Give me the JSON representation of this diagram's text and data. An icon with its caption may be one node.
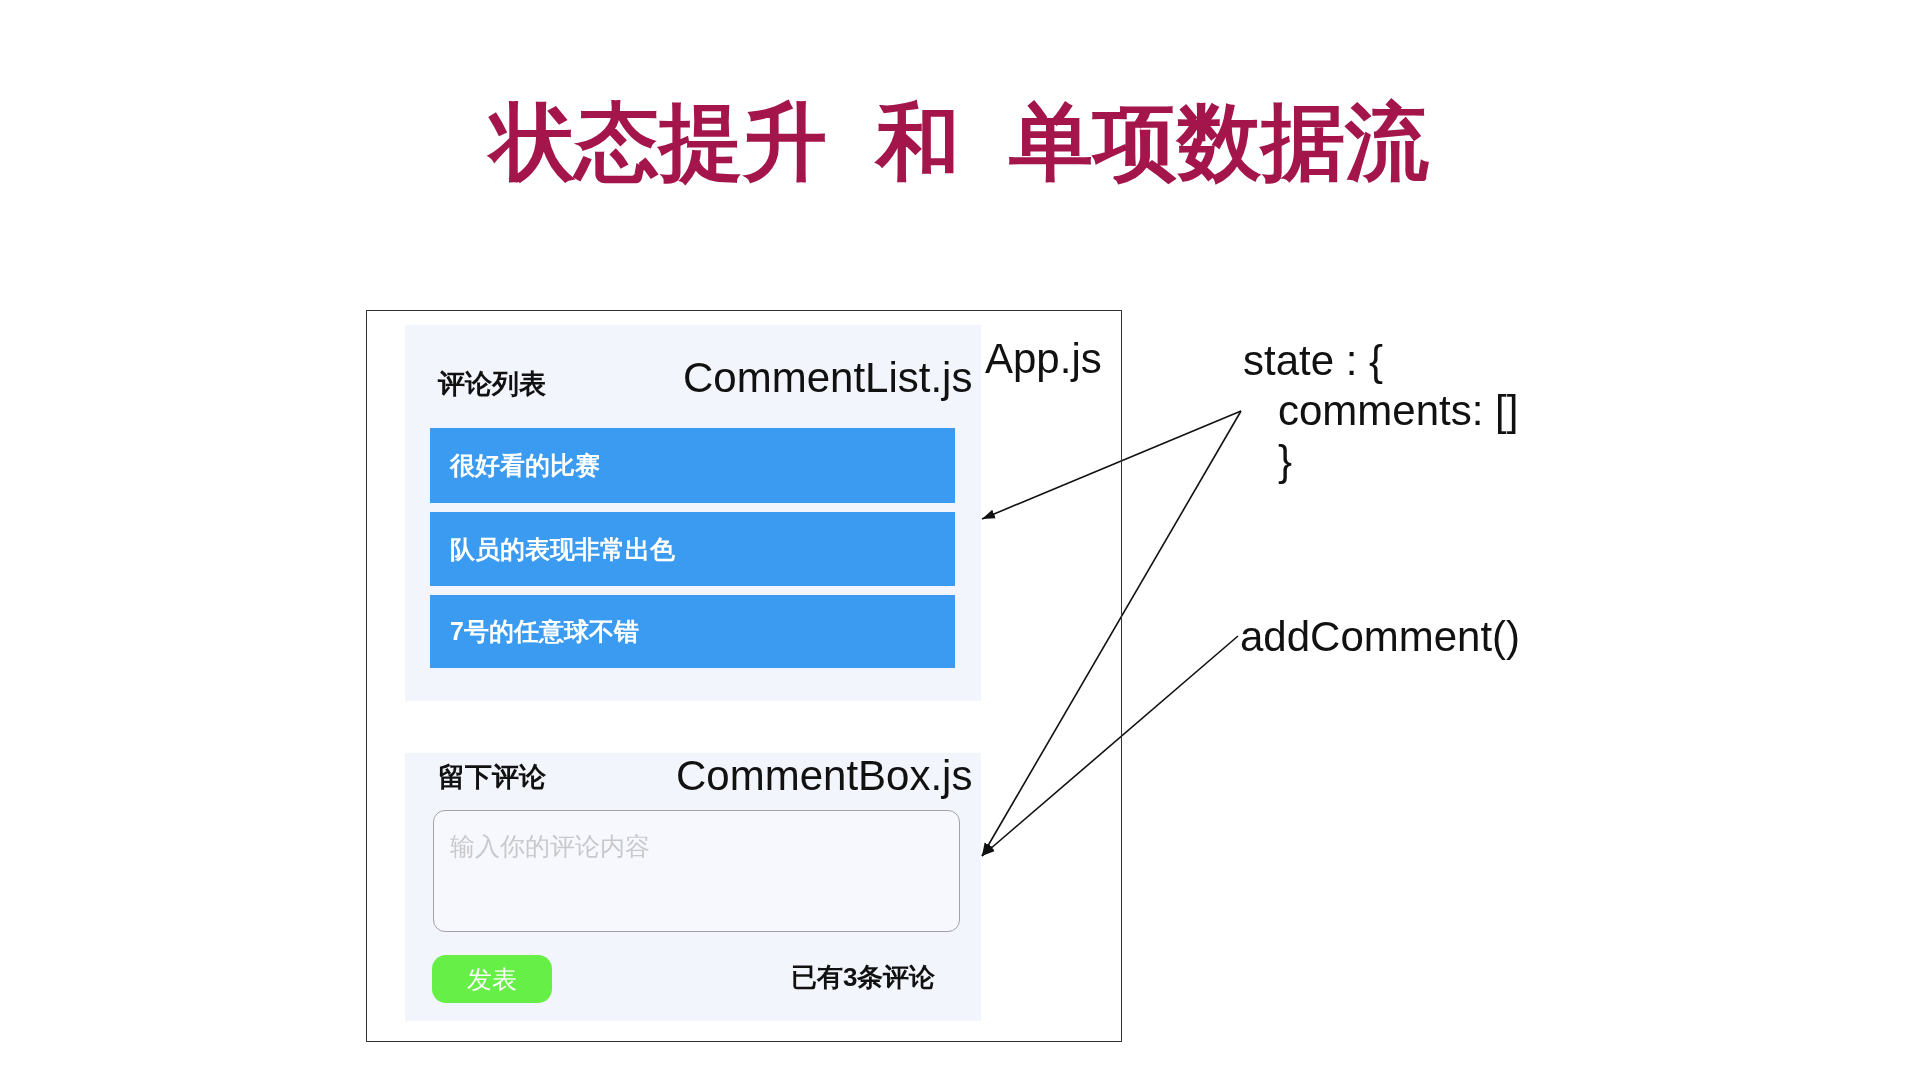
{
  "diagram": {
    "title": "状态提升 和 单项数据流",
    "nodes": [
      {
        "text": [
          "App.js"
        ]
      },
      {
        "text": [
          "评论列表",
          "CommentList.js"
        ],
        "in": 0
      },
      {
        "text": [
          "很好看的比赛"
        ],
        "in": 1
      },
      {
        "text": [
          "队员的表现非常出色"
        ],
        "in": 1
      },
      {
        "text": [
          "7号的任意球不错"
        ],
        "in": 1
      },
      {
        "text": [
          "留下评论",
          "CommentBox.js"
        ],
        "in": 0
      },
      {
        "text": [
          "输入你的评论内容"
        ],
        "in": 5
      },
      {
        "text": [
          "发表"
        ],
        "in": 5
      },
      {
        "text": [
          "state : { comments: [] }"
        ]
      },
      {
        "text": [
          "addComment()"
        ]
      }
    ],
    "edges": [
      {
        "from": 8,
        "to": 1,
        "arrow": "to"
      },
      {
        "from": 8,
        "to": 5,
        "arrow": "to"
      },
      {
        "from": 9,
        "to": 5,
        "arrow": "to"
      }
    ],
    "labels": [
      "已有3条评论"
    ]
  }
}
